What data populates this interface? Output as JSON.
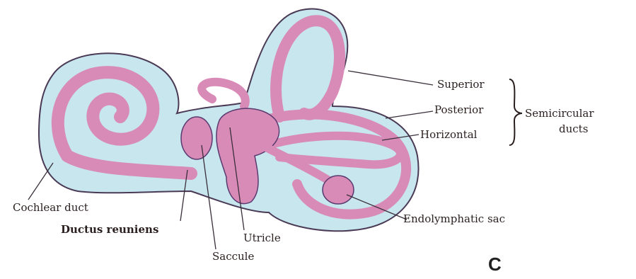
{
  "labels": {
    "superior": "Superior",
    "posterior": "Posterior",
    "horizontal": "Horizontal",
    "semicircular": "Semicircular",
    "ducts": "ducts",
    "cochlear_duct": "Cochlear duct",
    "ductus_reuniens": "Ductus reuniens",
    "saccule": "Saccule",
    "utricle": "Utricle",
    "endolymphatic_sac": "Endolymphatic sac",
    "panel": "C"
  },
  "colors": {
    "membranous": "#d98bb8",
    "membranous_dark": "#5a3a6e",
    "perilymph": "#c7e6ee",
    "outline": "#4a3a55"
  }
}
